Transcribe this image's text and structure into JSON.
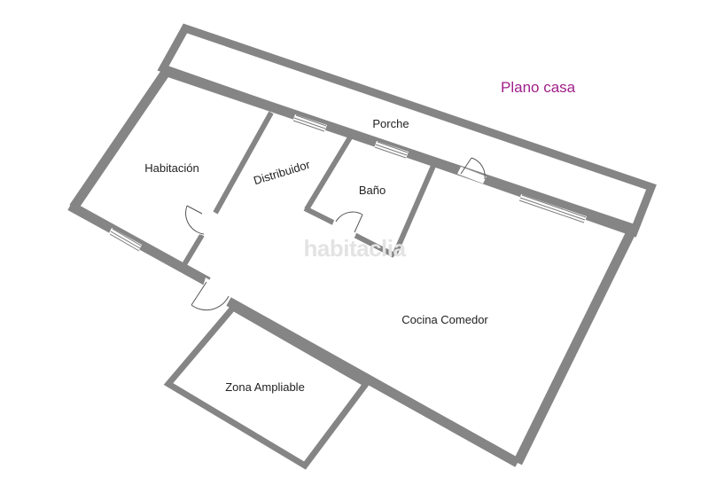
{
  "title": "Plano casa",
  "watermark": "habitaclia",
  "rooms": {
    "porche": "Porche",
    "habitacion": "Habitación",
    "distribuidor": "Distribuidor",
    "bano": "Baño",
    "cocina_comedor": "Cocina Comedor",
    "zona_ampliable": "Zona Ampliable"
  },
  "colors": {
    "wall": "#858585",
    "title": "#a0208a",
    "watermark": "#e3e3e3",
    "background": "#ffffff"
  }
}
